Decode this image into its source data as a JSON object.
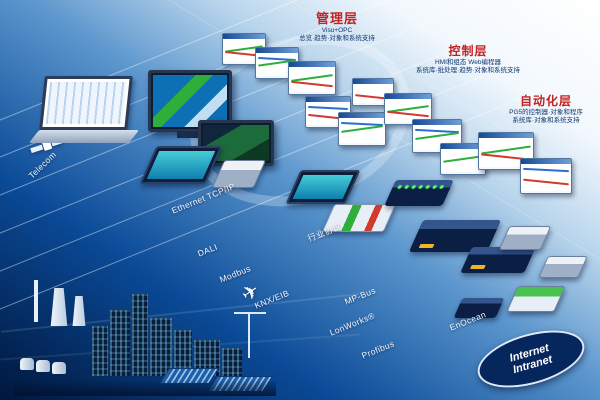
{
  "layers": {
    "management": {
      "title": "管理层",
      "line1": "Visu+OPC",
      "line2": "总览·趋势·对象和系统支持"
    },
    "control": {
      "title": "控制层",
      "line1": "HMI和组态 Web编程器",
      "line2": "系统库·批处理·趋势·对象和系统支持"
    },
    "automation": {
      "title": "自动化层",
      "line1": "PG5的控制器·对象和程序",
      "line2": "系统库·对象和系统支持"
    }
  },
  "buses": [
    {
      "label": "Telecom"
    },
    {
      "label": "Ethernet TCP/IP"
    },
    {
      "label": "DALI"
    },
    {
      "label": "Modbus"
    },
    {
      "label": "KNX/EIB"
    },
    {
      "label": "行业协议"
    },
    {
      "label": "MP-Bus"
    },
    {
      "label": "LonWorks®"
    },
    {
      "label": "Profibus"
    },
    {
      "label": "EnOcean"
    }
  ],
  "cloud": {
    "line1": "Internet",
    "line2": "Intranet"
  },
  "icons": {
    "airplane": "✈"
  },
  "colors": {
    "accent_red": "#c42121",
    "deep_blue": "#06265e",
    "sky_white": "#ffffff"
  }
}
